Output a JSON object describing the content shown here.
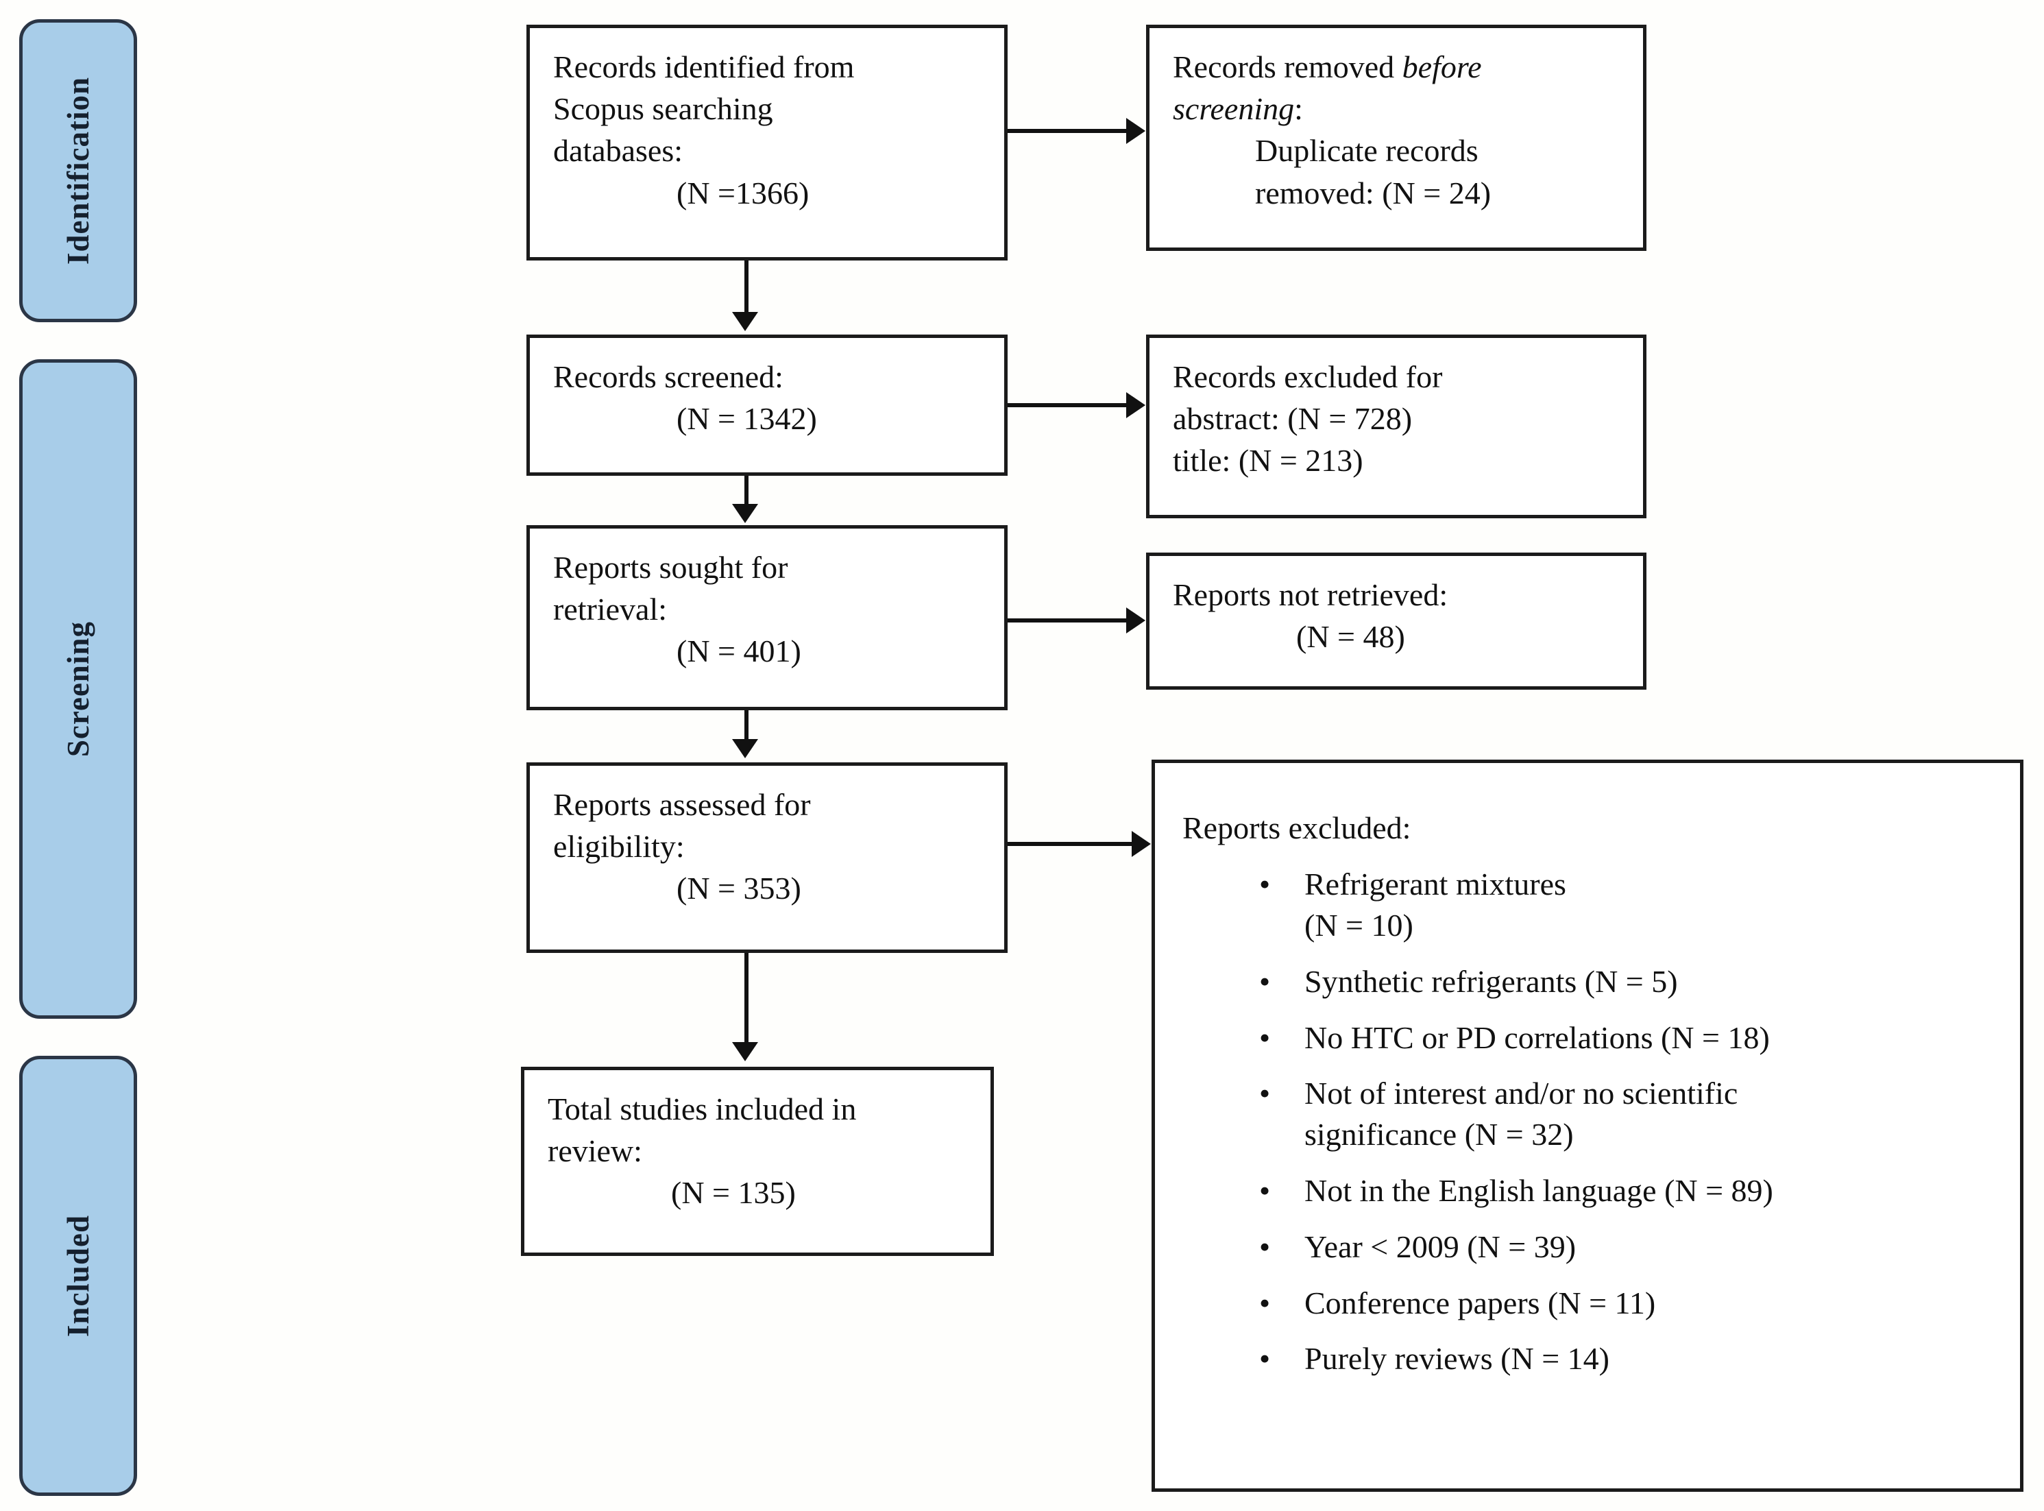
{
  "diagram": {
    "type": "prisma-flow-diagram",
    "accent_blue": "#a8cde9",
    "border_dark": "#2b3646",
    "line_color": "#111111"
  },
  "stages": [
    {
      "id": "identification",
      "label": "Identification"
    },
    {
      "id": "screening",
      "label": "Screening"
    },
    {
      "id": "included",
      "label": "Included"
    }
  ],
  "flow": {
    "identified": {
      "line1": "Records identified from",
      "line2": "Scopus searching",
      "line3": "databases:",
      "count": "(N =1366)"
    },
    "removed_before_screening": {
      "line1_plain": "Records removed ",
      "line1_italic": "before",
      "line2_italic": "screening",
      "line2_colon": ":",
      "sub1": "Duplicate records",
      "sub2": "removed: (N = 24)"
    },
    "screened": {
      "line1": "Records screened:",
      "count": "(N = 1342)"
    },
    "excluded_screening": {
      "line1": "Records excluded for",
      "line2": "abstract: (N = 728)",
      "line3": "title: (N = 213)"
    },
    "sought": {
      "line1": "Reports sought for",
      "line2": "retrieval:",
      "count": "(N = 401)"
    },
    "not_retrieved": {
      "line1": "Reports not retrieved:",
      "count": "(N = 48)"
    },
    "assessed": {
      "line1": "Reports assessed for",
      "line2": "eligibility:",
      "count": "(N = 353)"
    },
    "reports_excluded": {
      "title": "Reports excluded:",
      "bullet_glyph": "•",
      "items": [
        {
          "line1": "Refrigerant mixtures",
          "line2": "(N = 10)",
          "count": 10
        },
        {
          "line1": "Synthetic refrigerants  (N = 5)",
          "line2": "",
          "count": 5
        },
        {
          "line1": "No HTC or PD correlations (N = 18)",
          "line2": "",
          "count": 18
        },
        {
          "line1": "Not of interest and/or no scientific",
          "line2": "significance (N = 32)",
          "count": 32
        },
        {
          "line1": "Not in the English language (N = 89)",
          "line2": "",
          "count": 89
        },
        {
          "line1": "Year < 2009 (N = 39)",
          "line2": "",
          "count": 39
        },
        {
          "line1": "Conference  papers (N = 11)",
          "line2": "",
          "count": 11
        },
        {
          "line1": "Purely reviews (N = 14)",
          "line2": "",
          "count": 14
        }
      ]
    },
    "total_included": {
      "line1": "Total studies included in",
      "line2": "review:",
      "count": "(N = 135)"
    }
  }
}
